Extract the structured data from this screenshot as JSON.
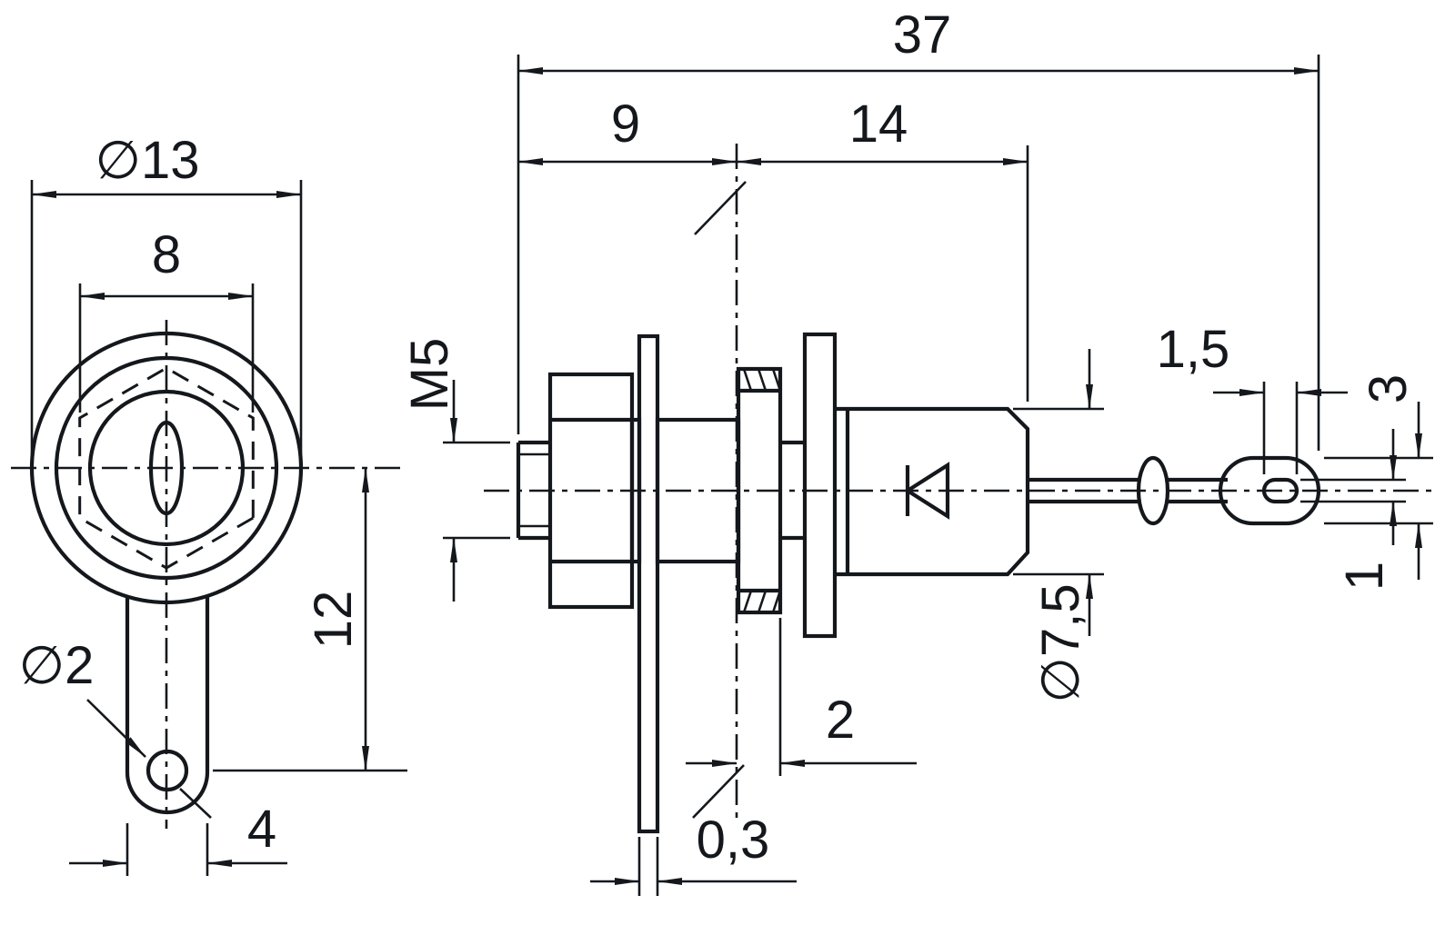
{
  "drawing": {
    "background": "#ffffff",
    "line_color": "#14181c",
    "front_view": {
      "outer_diameter": "∅13",
      "hex_width": "8",
      "tag_hole_offset": "12",
      "tag_hole_diameter": "∅2",
      "tag_width": "4"
    },
    "side_view": {
      "overall_length": "37",
      "thread_length": "9",
      "body_length": "14",
      "thread_size": "M5",
      "body_diameter": "∅7,5",
      "washer_offset": "2",
      "tag_thickness": "0,3",
      "eyelet_slot_length": "1,5",
      "eyelet_width": "3",
      "eyelet_slot_width": "1"
    }
  }
}
